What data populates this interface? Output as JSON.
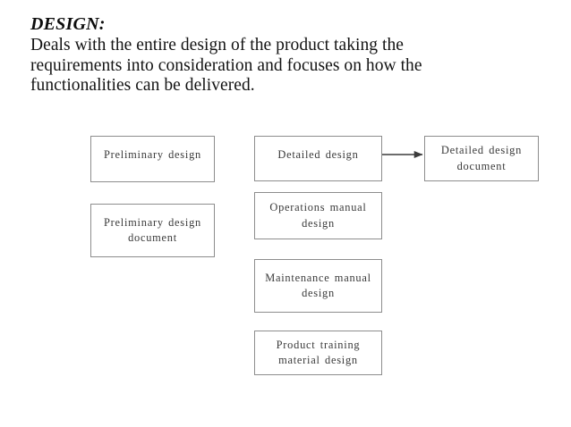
{
  "slide": {
    "heading": "DESIGN:",
    "body_lines": [
      "Deals with the entire design of the product taking the",
      "requirements into consideration and focuses on how the",
      "functionalities can be delivered."
    ],
    "background_color": "#ffffff",
    "text_color": "#131313"
  },
  "diagram": {
    "border_color": "#8d8d8d",
    "node_text_color": "#3a3a3a",
    "arrow_color": "#3c3c3c",
    "nodes": [
      {
        "id": "preliminary-design",
        "label": "Preliminary  design"
      },
      {
        "id": "preliminary-design-document",
        "label": "Preliminary  design\ndocument"
      },
      {
        "id": "detailed-design",
        "label": "Detailed  design"
      },
      {
        "id": "operations-manual-design",
        "label": "Operations  manual\ndesign"
      },
      {
        "id": "maintenance-manual-design",
        "label": "Maintenance  manual\ndesign"
      },
      {
        "id": "product-training-material-design",
        "label": "Product  training\nmaterial  design"
      },
      {
        "id": "detailed-design-document",
        "label": "Detailed  design\ndocument"
      }
    ],
    "connectors": [
      {
        "id": "detailed-design-to-document",
        "from": "detailed-design",
        "to": "detailed-design-document",
        "style": "solid-arrow"
      }
    ]
  }
}
